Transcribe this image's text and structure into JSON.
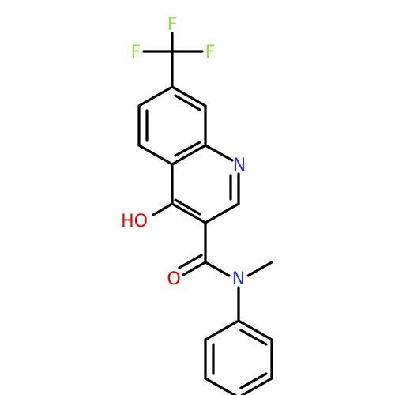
{
  "molecule": {
    "atoms": {
      "fluorine_1": {
        "symbol": "F",
        "color": "#8fe03c"
      },
      "fluorine_2": {
        "symbol": "F",
        "color": "#8fe03c"
      },
      "fluorine_3": {
        "symbol": "F",
        "color": "#8fe03c"
      },
      "ring_nitrogen": {
        "symbol": "N",
        "color": "#2d2dd2"
      },
      "hydroxyl": {
        "symbol": "HO",
        "color": "#e00000"
      },
      "carbonyl_oxygen": {
        "symbol": "O",
        "color": "#e00000"
      },
      "amide_nitrogen": {
        "symbol": "N",
        "color": "#2d2dd2"
      }
    }
  }
}
